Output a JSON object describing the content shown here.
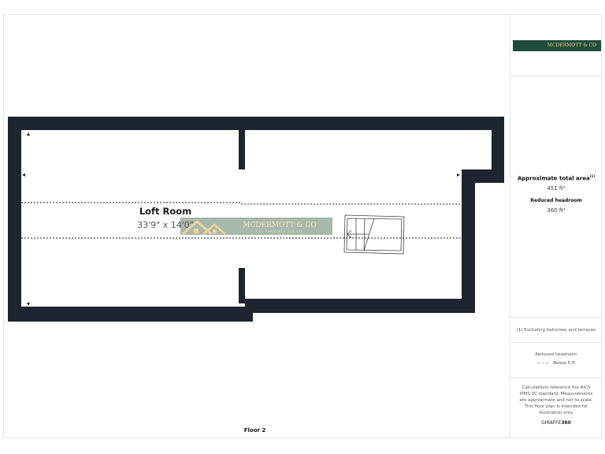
{
  "plan": {
    "room_name": "Loft Room",
    "room_dims": "33'9\" x 14'0\"",
    "watermark_name": "MCDERMOTT & CO",
    "watermark_tagline": "THE PROPERTY AGENTS",
    "floor_label": "Floor 2",
    "wall_color": "#1e2430"
  },
  "sidebar": {
    "logo_text": "MCDERMOTT & CO",
    "area_title": "Approximate total area",
    "area_title_sup": "(1)",
    "area_value": "451 ft²",
    "reduced_title": "Reduced headroom",
    "reduced_value": "360 ft²",
    "footnote": "(1) Excluding balconies and terraces",
    "legend_title": "Reduced headroom",
    "legend_item": "Below 5 ft",
    "disclaimer": "Calculations reference the RICS IPMS 3C standard. Measurements are approximate and not to scale. This floor plan is intended for illustration only.",
    "brand_a": "GIRAFFE",
    "brand_b": "360"
  }
}
